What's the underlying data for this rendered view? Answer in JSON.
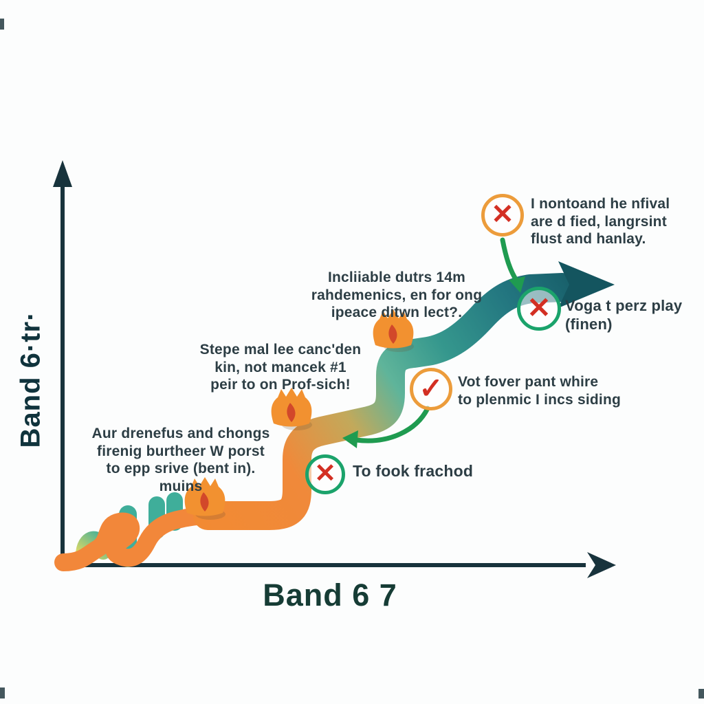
{
  "axes": {
    "y_label": "Band 6·tr·",
    "x_label": "Band 6 7"
  },
  "notes": {
    "top_right": "I nontoand he nfival\nare d fied, langrsint\nflust and hanlay.",
    "voga": "Voga t perz play\n(finen)",
    "incliiable": "Incliiable dutrs 14m\nrahdemenics, en for ong\nipeace ditwn lect?.",
    "stepe": "Stepe mal lee canc'den\nkin, not mancek #1\npeir to on Prof-sich!",
    "vot": "Vot fover pant whire\nto plenmic I incs siding",
    "aur": "Aur drenefus and chongs\nfirenig burtheer W porst\nto epp srive (bent in).\nmuins",
    "fook": "To fook frachod"
  },
  "badges": {
    "top_right_x": {
      "symbol": "✕",
      "ring": "#EC9C3B",
      "mark": "#D32F23"
    },
    "voga_x": {
      "symbol": "✕",
      "ring": "#1BA36B",
      "mark": "#D32F23"
    },
    "vot_check": {
      "symbol": "✓",
      "ring": "#EC9C3B",
      "mark": "#D32F23"
    },
    "fook_x": {
      "symbol": "✕",
      "ring": "#1BA36B",
      "mark": "#D32F23"
    }
  },
  "icons": {
    "milestones": [
      "flame-crown-icon",
      "flame-crown-icon",
      "flame-crown-icon"
    ],
    "path_end": "arrowhead-icon",
    "guide_arrows": [
      "curved-green-arrow-icon",
      "curved-green-arrow-icon"
    ]
  },
  "colors": {
    "path_start_orange": "#F28A33",
    "path_mid_teal": "#4FB29C",
    "path_end_dark_teal": "#135560",
    "axis": "#18333C",
    "text": "#2D3E45",
    "green_arrow": "#1F9B50",
    "red_mark": "#D32F23",
    "orange_ring": "#EC9C3B",
    "green_ring": "#1BA36B"
  }
}
